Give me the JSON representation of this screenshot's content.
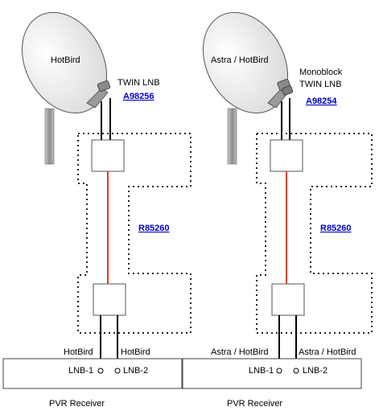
{
  "left": {
    "dish_label": "HotBird",
    "lnb_label_line1": "",
    "lnb_label_line2": "TWIN LNB",
    "lnb_code": "A98256",
    "cable_code": "R85260",
    "cable1_label": "HotBird",
    "cable2_label": "HotBird",
    "port1": "LNB-1",
    "port2": "LNB-2",
    "receiver_label": "PVR Receiver"
  },
  "right": {
    "dish_label": "Astra / HotBird",
    "lnb_label_line1": "Monoblock",
    "lnb_label_line2": "TWIN LNB",
    "lnb_code": "A98254",
    "cable_code": "R85260",
    "cable1_label": "Astra / HotBird",
    "cable2_label": "Astra / HotBird",
    "port1": "LNB-1",
    "port2": "LNB-2",
    "receiver_label": "PVR Receiver"
  },
  "colors": {
    "cable": "#e0400a",
    "dish_fill": "#f2f2f2",
    "pole": "#999999",
    "link": "#0000cc"
  }
}
